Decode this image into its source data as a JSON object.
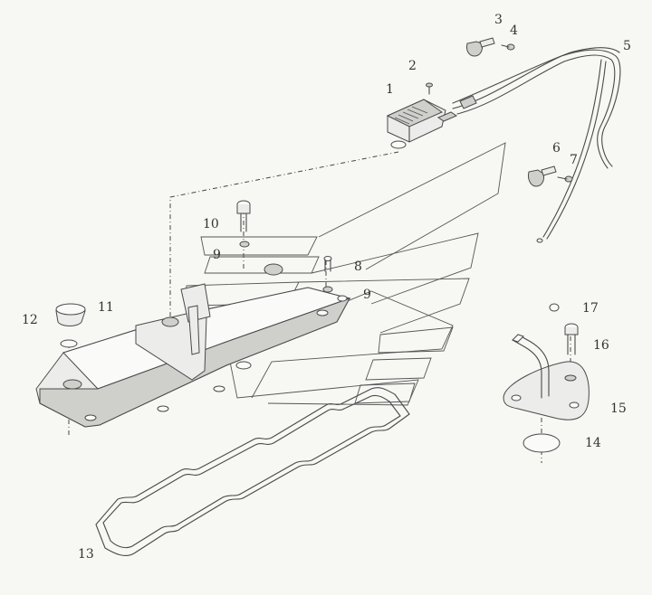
{
  "callouts": [
    {
      "id": "1",
      "text": "1"
    },
    {
      "id": "2",
      "text": "2"
    },
    {
      "id": "3",
      "text": "3"
    },
    {
      "id": "4",
      "text": "4"
    },
    {
      "id": "5",
      "text": "5"
    },
    {
      "id": "6",
      "text": "6"
    },
    {
      "id": "7",
      "text": "7"
    },
    {
      "id": "8",
      "text": "8"
    },
    {
      "id": "9a",
      "text": "9"
    },
    {
      "id": "9b",
      "text": "9"
    },
    {
      "id": "10",
      "text": "10"
    },
    {
      "id": "11",
      "text": "11"
    },
    {
      "id": "12",
      "text": "12"
    },
    {
      "id": "13",
      "text": "13"
    },
    {
      "id": "14",
      "text": "14"
    },
    {
      "id": "15",
      "text": "15"
    },
    {
      "id": "16",
      "text": "16"
    },
    {
      "id": "17",
      "text": "17"
    }
  ]
}
